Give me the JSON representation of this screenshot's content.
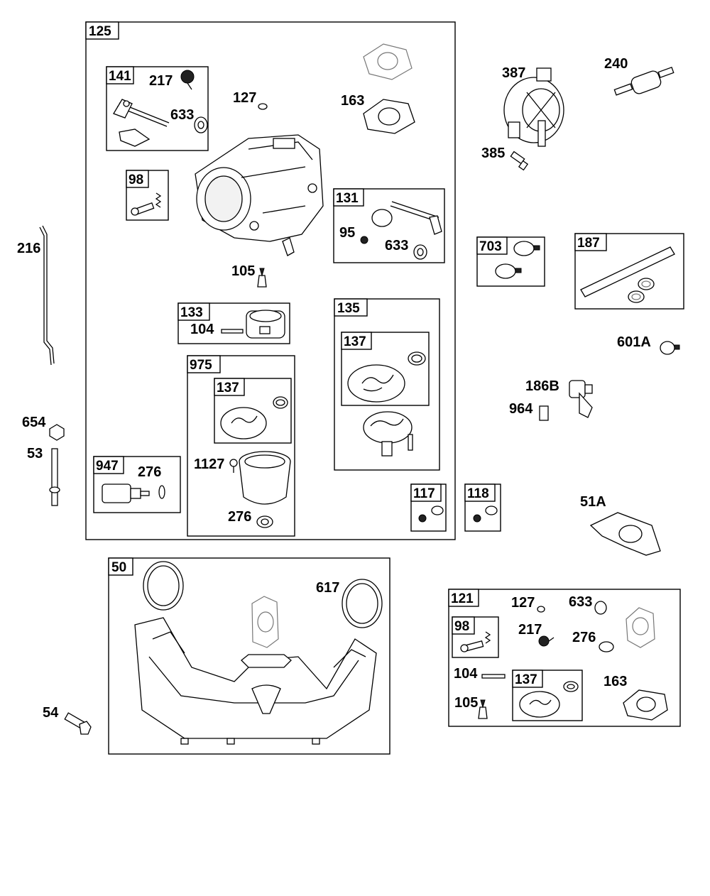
{
  "groups": {
    "g125": "125",
    "g141": "141",
    "g98a": "98",
    "g131": "131",
    "g133": "133",
    "g135": "135",
    "g137a": "137",
    "g975": "975",
    "g137b": "137",
    "g947": "947",
    "g117": "117",
    "g118": "118",
    "g703": "703",
    "g187": "187",
    "g50": "50",
    "g121": "121",
    "g98b": "98",
    "g137c": "137"
  },
  "labels": {
    "p217a": "217",
    "p633a": "633",
    "p127a": "127",
    "p163a": "163",
    "p95": "95",
    "p633b": "633",
    "p105a": "105",
    "p104a": "104",
    "p276a": "276",
    "p1127": "1127",
    "p276b": "276",
    "p216": "216",
    "p654": "654",
    "p53": "53",
    "p54": "54",
    "p617": "617",
    "p387": "387",
    "p240": "240",
    "p385": "385",
    "p601a": "601A",
    "p186b": "186B",
    "p964": "964",
    "p51a": "51A",
    "p127b": "127",
    "p633c": "633",
    "p217b": "217",
    "p276c": "276",
    "p104b": "104",
    "p163b": "163",
    "p105b": "105"
  }
}
